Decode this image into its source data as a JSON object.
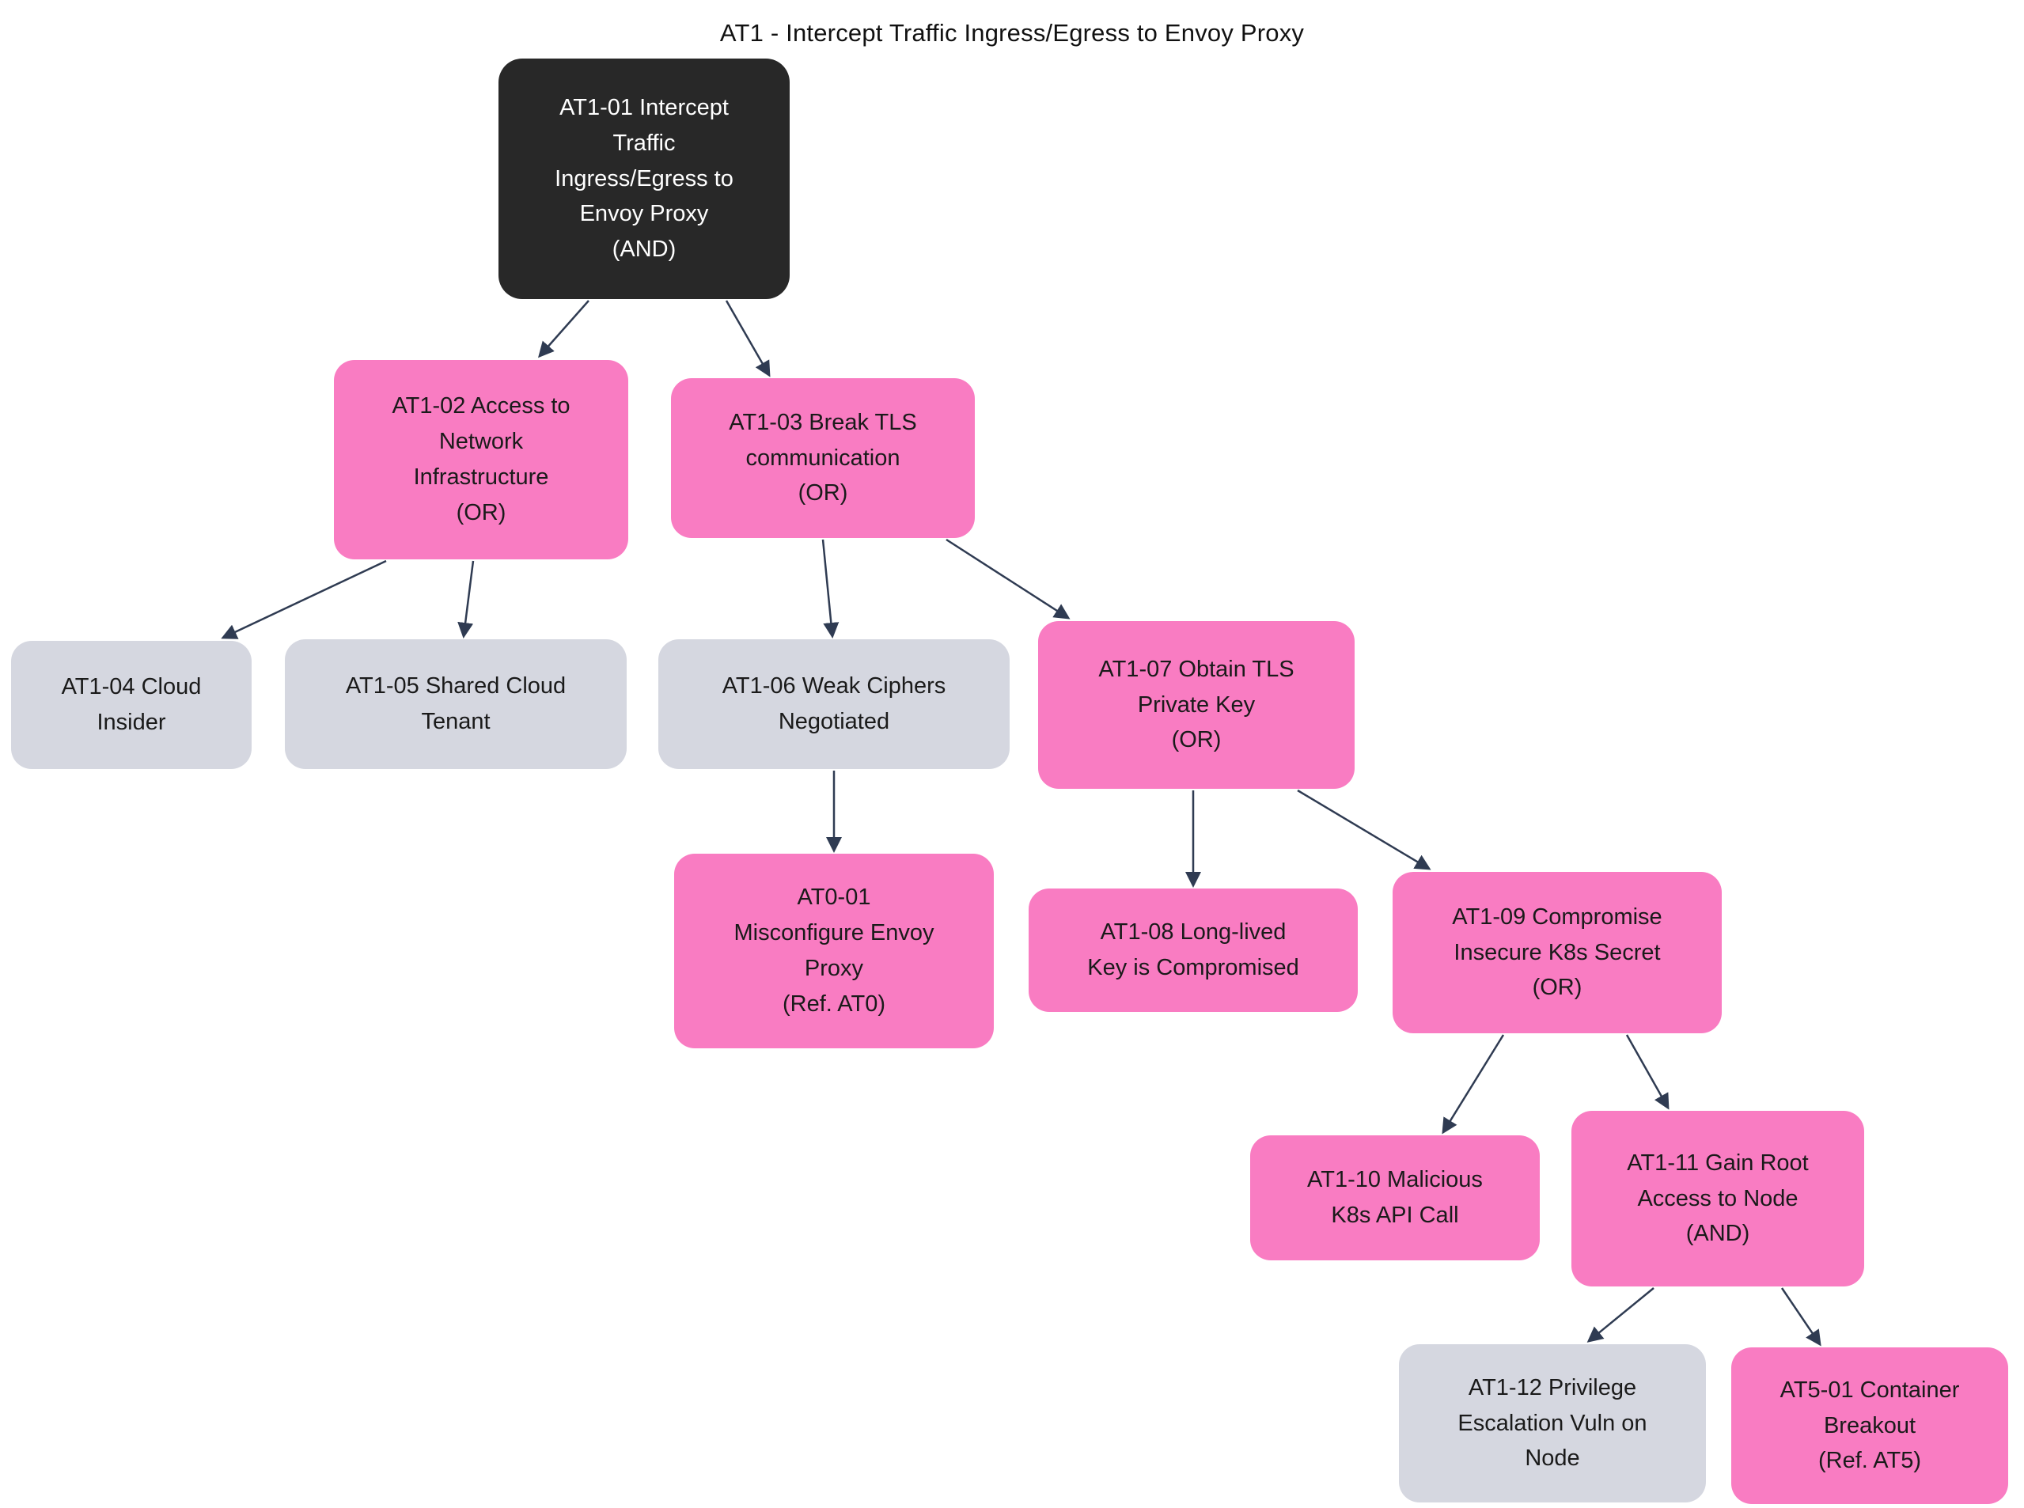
{
  "title": "AT1 - Intercept Traffic Ingress/Egress to Envoy Proxy",
  "colors": {
    "background": "#ffffff",
    "root_node": "#282828",
    "attack_node": "#f97cc2",
    "leaf_node": "#d5d7e0",
    "edge": "#2f3b52",
    "root_text": "#ffffff",
    "node_text": "#1a1a1a"
  },
  "nodes": [
    {
      "id": "AT1-01",
      "type": "root",
      "gate": "AND",
      "label": "AT1-01 Intercept\nTraffic\nIngress/Egress to\nEnvoy Proxy\n(AND)"
    },
    {
      "id": "AT1-02",
      "type": "attack",
      "gate": "OR",
      "label": "AT1-02 Access to\nNetwork\nInfrastructure\n(OR)"
    },
    {
      "id": "AT1-03",
      "type": "attack",
      "gate": "OR",
      "label": "AT1-03 Break TLS\ncommunication\n(OR)"
    },
    {
      "id": "AT1-04",
      "type": "leaf",
      "gate": "",
      "label": "AT1-04 Cloud\nInsider"
    },
    {
      "id": "AT1-05",
      "type": "leaf",
      "gate": "",
      "label": "AT1-05 Shared Cloud\nTenant"
    },
    {
      "id": "AT1-06",
      "type": "leaf",
      "gate": "",
      "label": "AT1-06 Weak Ciphers\nNegotiated"
    },
    {
      "id": "AT1-07",
      "type": "attack",
      "gate": "OR",
      "label": "AT1-07 Obtain TLS\nPrivate Key\n(OR)"
    },
    {
      "id": "AT0-01",
      "type": "attack",
      "gate": "",
      "label": "AT0-01\nMisconfigure Envoy\nProxy\n(Ref. AT0)"
    },
    {
      "id": "AT1-08",
      "type": "attack",
      "gate": "",
      "label": "AT1-08 Long-lived\nKey is Compromised"
    },
    {
      "id": "AT1-09",
      "type": "attack",
      "gate": "OR",
      "label": "AT1-09 Compromise\nInsecure K8s Secret\n(OR)"
    },
    {
      "id": "AT1-10",
      "type": "attack",
      "gate": "",
      "label": "AT1-10 Malicious\nK8s API Call"
    },
    {
      "id": "AT1-11",
      "type": "attack",
      "gate": "AND",
      "label": "AT1-11 Gain Root\nAccess to Node\n(AND)"
    },
    {
      "id": "AT1-12",
      "type": "leaf",
      "gate": "",
      "label": "AT1-12 Privilege\nEscalation Vuln on\nNode"
    },
    {
      "id": "AT5-01",
      "type": "attack",
      "gate": "",
      "label": "AT5-01 Container\nBreakout\n(Ref. AT5)"
    }
  ],
  "edges": [
    {
      "from": "AT1-01",
      "to": "AT1-02"
    },
    {
      "from": "AT1-01",
      "to": "AT1-03"
    },
    {
      "from": "AT1-02",
      "to": "AT1-04"
    },
    {
      "from": "AT1-02",
      "to": "AT1-05"
    },
    {
      "from": "AT1-03",
      "to": "AT1-06"
    },
    {
      "from": "AT1-03",
      "to": "AT1-07"
    },
    {
      "from": "AT1-06",
      "to": "AT0-01"
    },
    {
      "from": "AT1-07",
      "to": "AT1-08"
    },
    {
      "from": "AT1-07",
      "to": "AT1-09"
    },
    {
      "from": "AT1-09",
      "to": "AT1-10"
    },
    {
      "from": "AT1-09",
      "to": "AT1-11"
    },
    {
      "from": "AT1-11",
      "to": "AT1-12"
    },
    {
      "from": "AT1-11",
      "to": "AT5-01"
    }
  ]
}
